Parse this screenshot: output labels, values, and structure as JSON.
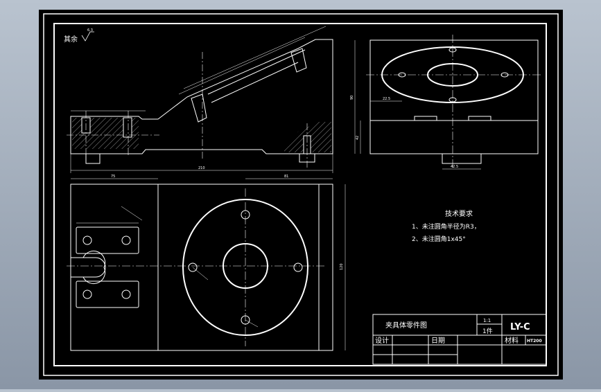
{
  "drawing": {
    "roughness_note": "其余",
    "roughness_value": "6.3",
    "tech_title": "技术要求",
    "tech_item_1": "1、未注圆角半径为R3，",
    "tech_item_2": "2、未注圆角1x45°",
    "dim_section_overall": "210",
    "dim_plan_a": "75",
    "dim_plan_b": "81",
    "dim_plan_height": "120",
    "dim_side_height": "90",
    "dim_side_width": "42.5",
    "dim_side_offset": "22.5",
    "dim_side_low": "42"
  },
  "title_block": {
    "part_name": "夹具体零件图",
    "scale": "1:1",
    "quantity": "1件",
    "drawing_no": "LY-C",
    "designer_label": "设计",
    "date_label": "日期",
    "material_label": "材料",
    "material": "HT200"
  },
  "colors": {
    "background": "#000000",
    "lines": "#ffffff",
    "frame": "#ffffff"
  }
}
